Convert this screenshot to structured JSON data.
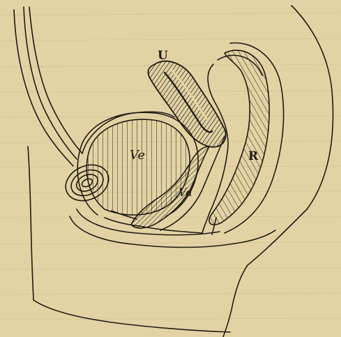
{
  "labels": {
    "uterus": "U",
    "bladder": "Ve",
    "vagina": "Va",
    "rectum": "R"
  },
  "colors": {
    "paper": "#e3d3a4",
    "ink": "#1f1a12"
  }
}
